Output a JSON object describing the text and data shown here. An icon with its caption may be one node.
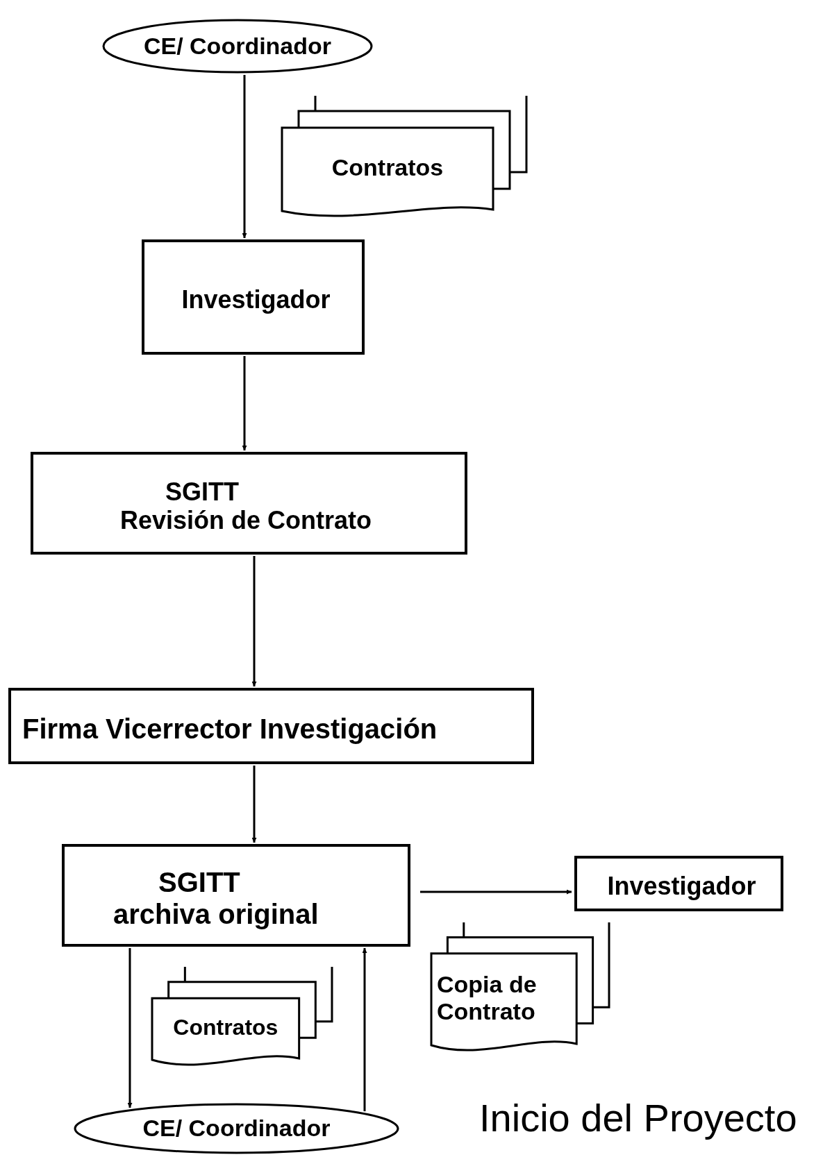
{
  "diagram": {
    "nodes": [
      {
        "text": [
          "CE/ Coordinador"
        ]
      },
      {
        "text": [
          "Contratos"
        ]
      },
      {
        "text": [
          "Investigador"
        ]
      },
      {
        "text": [
          "SGITT",
          "Revisión de Contrato"
        ]
      },
      {
        "text": [
          "Firma Vicerrector Investigación"
        ]
      },
      {
        "text": [
          "SGITT",
          "archiva original"
        ]
      },
      {
        "text": [
          "Investigador"
        ]
      },
      {
        "text": [
          "Copia de Contrato"
        ]
      },
      {
        "text": [
          "Contratos"
        ]
      },
      {
        "text": [
          "CE/ Coordinador"
        ]
      }
    ],
    "edges": [
      {
        "from": 0,
        "to": 2,
        "arrow": "to"
      },
      {
        "from": 2,
        "to": 3,
        "arrow": "to"
      },
      {
        "from": 3,
        "to": 4,
        "arrow": "to"
      },
      {
        "from": 4,
        "to": 5,
        "arrow": "to"
      },
      {
        "from": 5,
        "to": 6,
        "arrow": "to"
      },
      {
        "from": 5,
        "to": 9,
        "arrow": "to"
      },
      {
        "from": 9,
        "to": 5,
        "arrow": "to"
      }
    ],
    "labels": [
      "Inicio del Proyecto"
    ]
  }
}
